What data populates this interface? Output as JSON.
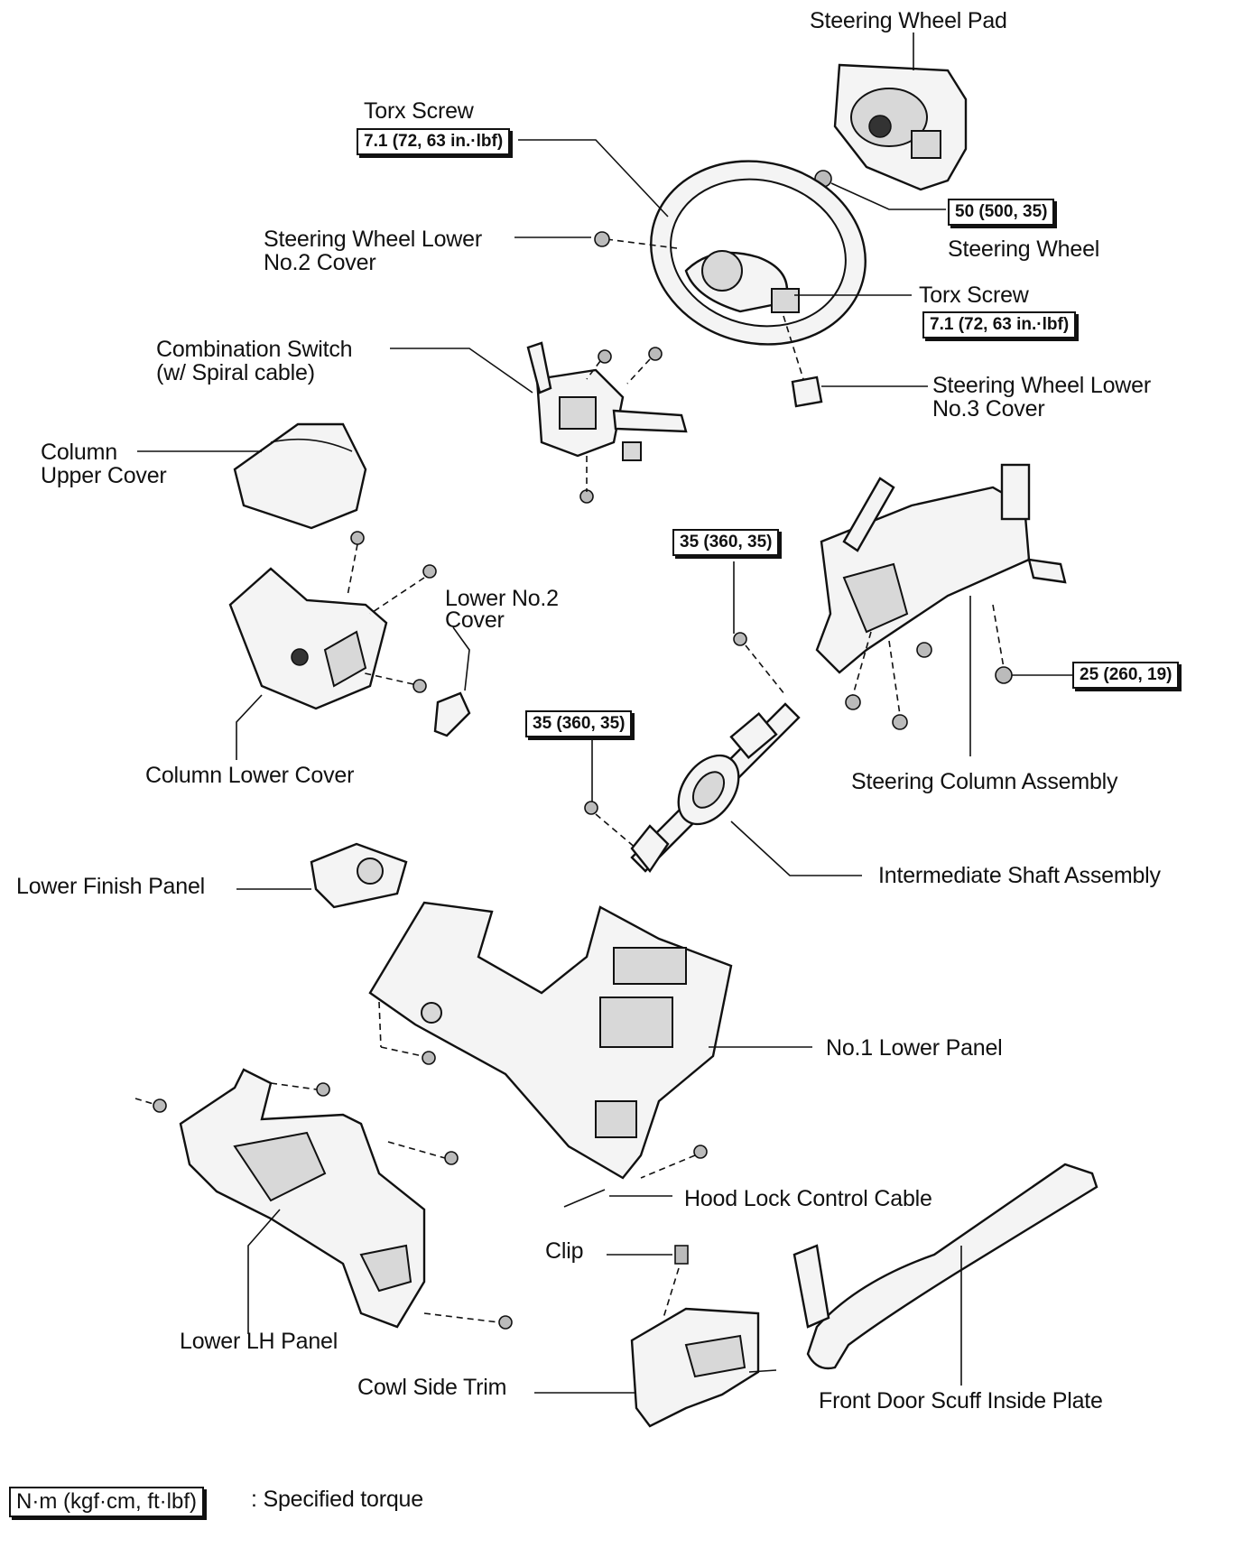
{
  "labels": {
    "steering_wheel_pad": "Steering Wheel Pad",
    "torx_screw_upper": "Torx Screw",
    "torx_screw_upper_torque": "7.1 (72, 63 in.·lbf)",
    "steering_wheel_torque": "50 (500, 35)",
    "steering_wheel": "Steering Wheel",
    "steering_wheel_lower_no2_cover": [
      "Steering Wheel Lower",
      "No.2 Cover"
    ],
    "torx_screw_lower": "Torx Screw",
    "torx_screw_lower_torque": "7.1 (72, 63 in.·lbf)",
    "combination_switch": [
      "Combination Switch",
      "(w/ Spiral cable)"
    ],
    "steering_wheel_lower_no3_cover": [
      "Steering Wheel Lower",
      "No.3 Cover"
    ],
    "column_upper_cover": [
      "Column",
      "Upper Cover"
    ],
    "lower_no2_cover": [
      "Lower No.2",
      "Cover"
    ],
    "column_lower_cover": "Column Lower Cover",
    "column_bolt_torque": "35 (360, 35)",
    "shaft_bolt_torque": "35 (360, 35)",
    "column_nut_torque": "25 (260, 19)",
    "steering_column_assembly": "Steering Column Assembly",
    "lower_finish_panel": "Lower Finish Panel",
    "intermediate_shaft_assembly": "Intermediate Shaft Assembly",
    "no1_lower_panel": "No.1 Lower Panel",
    "hood_lock_control_cable": "Hood Lock Control Cable",
    "clip": "Clip",
    "lower_lh_panel": "Lower LH Panel",
    "cowl_side_trim": "Cowl Side Trim",
    "front_door_scuff_inside_plate": "Front Door Scuff Inside Plate"
  },
  "legend": {
    "unit_box": "N·m (kgf·cm, ft·lbf)",
    "description": ": Specified torque"
  }
}
